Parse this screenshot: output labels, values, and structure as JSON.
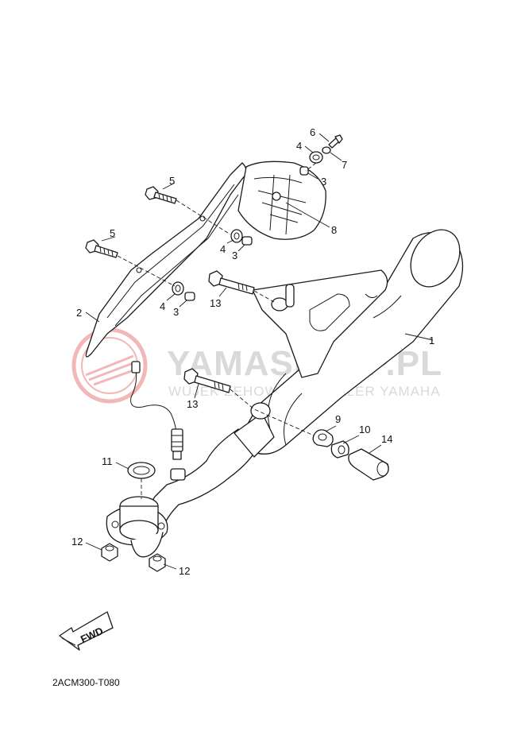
{
  "watermark": {
    "brand": "YAMASKLEP.PL",
    "subtitle": "WUJEK ŻEHOWICE | DEALER YAMAHA"
  },
  "diagram_code": "2ACM300-T080",
  "fwd_label": "FWD",
  "callouts": {
    "c1": "1",
    "c2": "2",
    "c3a": "3",
    "c3b": "3",
    "c3c": "3",
    "c4a": "4",
    "c4b": "4",
    "c4c": "4",
    "c5a": "5",
    "c5b": "5",
    "c6": "6",
    "c7": "7",
    "c8": "8",
    "c9": "9",
    "c10": "10",
    "c11": "11",
    "c12a": "12",
    "c12b": "12",
    "c13a": "13",
    "c13b": "13",
    "c14": "14"
  },
  "colors": {
    "line": "#1a1a1a",
    "watermark_logo": "#f2b3b3",
    "watermark_text": "#d9d9d9"
  }
}
